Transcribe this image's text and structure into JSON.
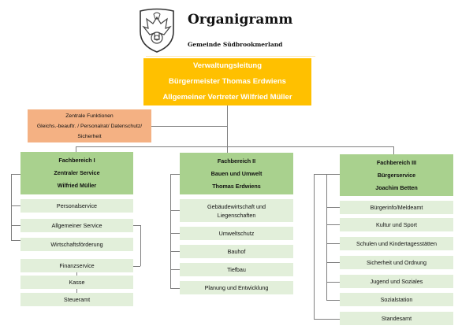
{
  "header": {
    "crest_icon": "coat-of-arms-eagle-icon",
    "title": "Organigramm",
    "subtitle": "Gemeinde Südbrookmerland"
  },
  "colors": {
    "leadership": "#ffc000",
    "central_functions": "#f4b183",
    "department_head": "#a9d18e",
    "unit": "#e2efda",
    "connector": "#7f7f7f"
  },
  "leadership": {
    "lines": [
      "Verwaltungsleitung",
      "Bürgermeister Thomas Erdwiens",
      "Allgemeiner Vertreter Wilfried Müller"
    ]
  },
  "central_functions": {
    "lines": [
      "Zentrale Funktionen",
      "Gleichs.-beauftr. / Personalrat/ Datenschutz/",
      "Sicherheit"
    ]
  },
  "departments": [
    {
      "lines": [
        "Fachbereich I",
        "Zentraler Service",
        "Wilfried Müller"
      ],
      "units": [
        "Personalservice",
        "Allgemeiner Service",
        "Wirtschaftsförderung",
        "Finanzservice",
        "Kasse",
        "Steueramt"
      ]
    },
    {
      "lines": [
        "Fachbereich II",
        "Bauen und Umwelt",
        "Thomas Erdwiens"
      ],
      "units": [
        "Gebäudewirtschaft und",
        "Liegenschaften",
        "Umweltschutz",
        "Bauhof",
        "Tiefbau",
        "Planung und Entwicklung"
      ]
    },
    {
      "lines": [
        "Fachbereich III",
        "Bürgerservice",
        "Joachim Betten"
      ],
      "units": [
        "Bürgerinfo/Meldeamt",
        "Kultur und Sport",
        "Schulen und Kindertagesstätten",
        "Sicherheit und Ordnung",
        "Jugend und Soziales",
        "Sozialstation",
        "Standesamt"
      ]
    }
  ]
}
